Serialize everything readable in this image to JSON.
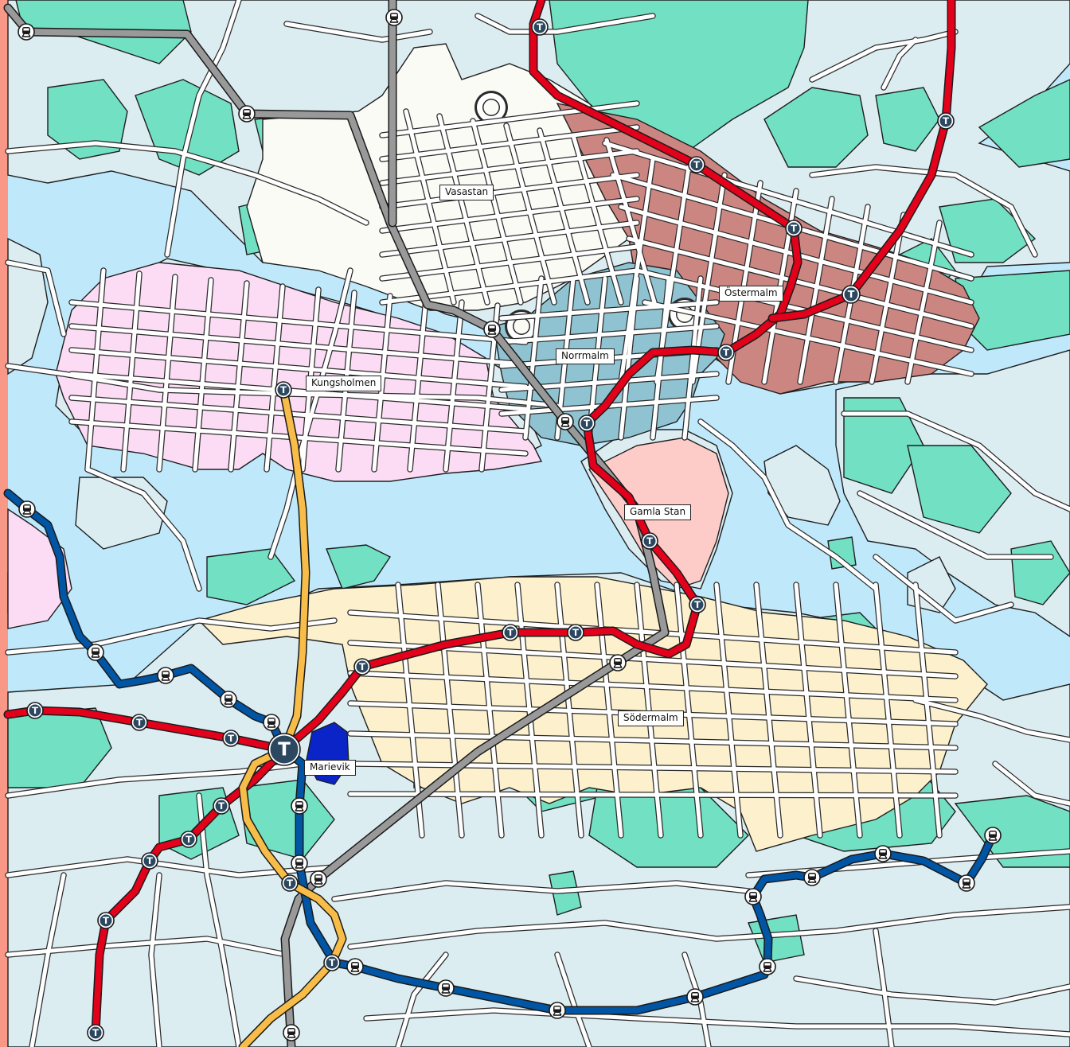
{
  "districts": {
    "vasastan": "Vasastan",
    "ostermalm": "Östermalm",
    "norrmalm": "Norrmalm",
    "kungsholmen": "Kungsholmen",
    "gamla_stan": "Gamla Stan",
    "sodermalm": "Södermalm",
    "marievik": "Marievik"
  },
  "colors": {
    "water": "#bfe9fb",
    "land": "#dcedf2",
    "park": "#72e0c3",
    "vasastan": "#fbfbf6",
    "ostermalm": "#cc8682",
    "norrmalm": "#90c3d1",
    "kungsholmen": "#fcdcf4",
    "gamla_stan": "#fdccc8",
    "sodermalm": "#fdf1cd",
    "marievik": "#0a24c8",
    "red_line": "#e3001b",
    "blue_line": "#0055a4",
    "yellow_line": "#f7bd48",
    "train_line": "#999999",
    "strip": "#fa9888"
  },
  "legend_icons": {
    "metro": "metro-station-icon",
    "train": "commuter-train-station-icon",
    "metro_letter": "T"
  }
}
